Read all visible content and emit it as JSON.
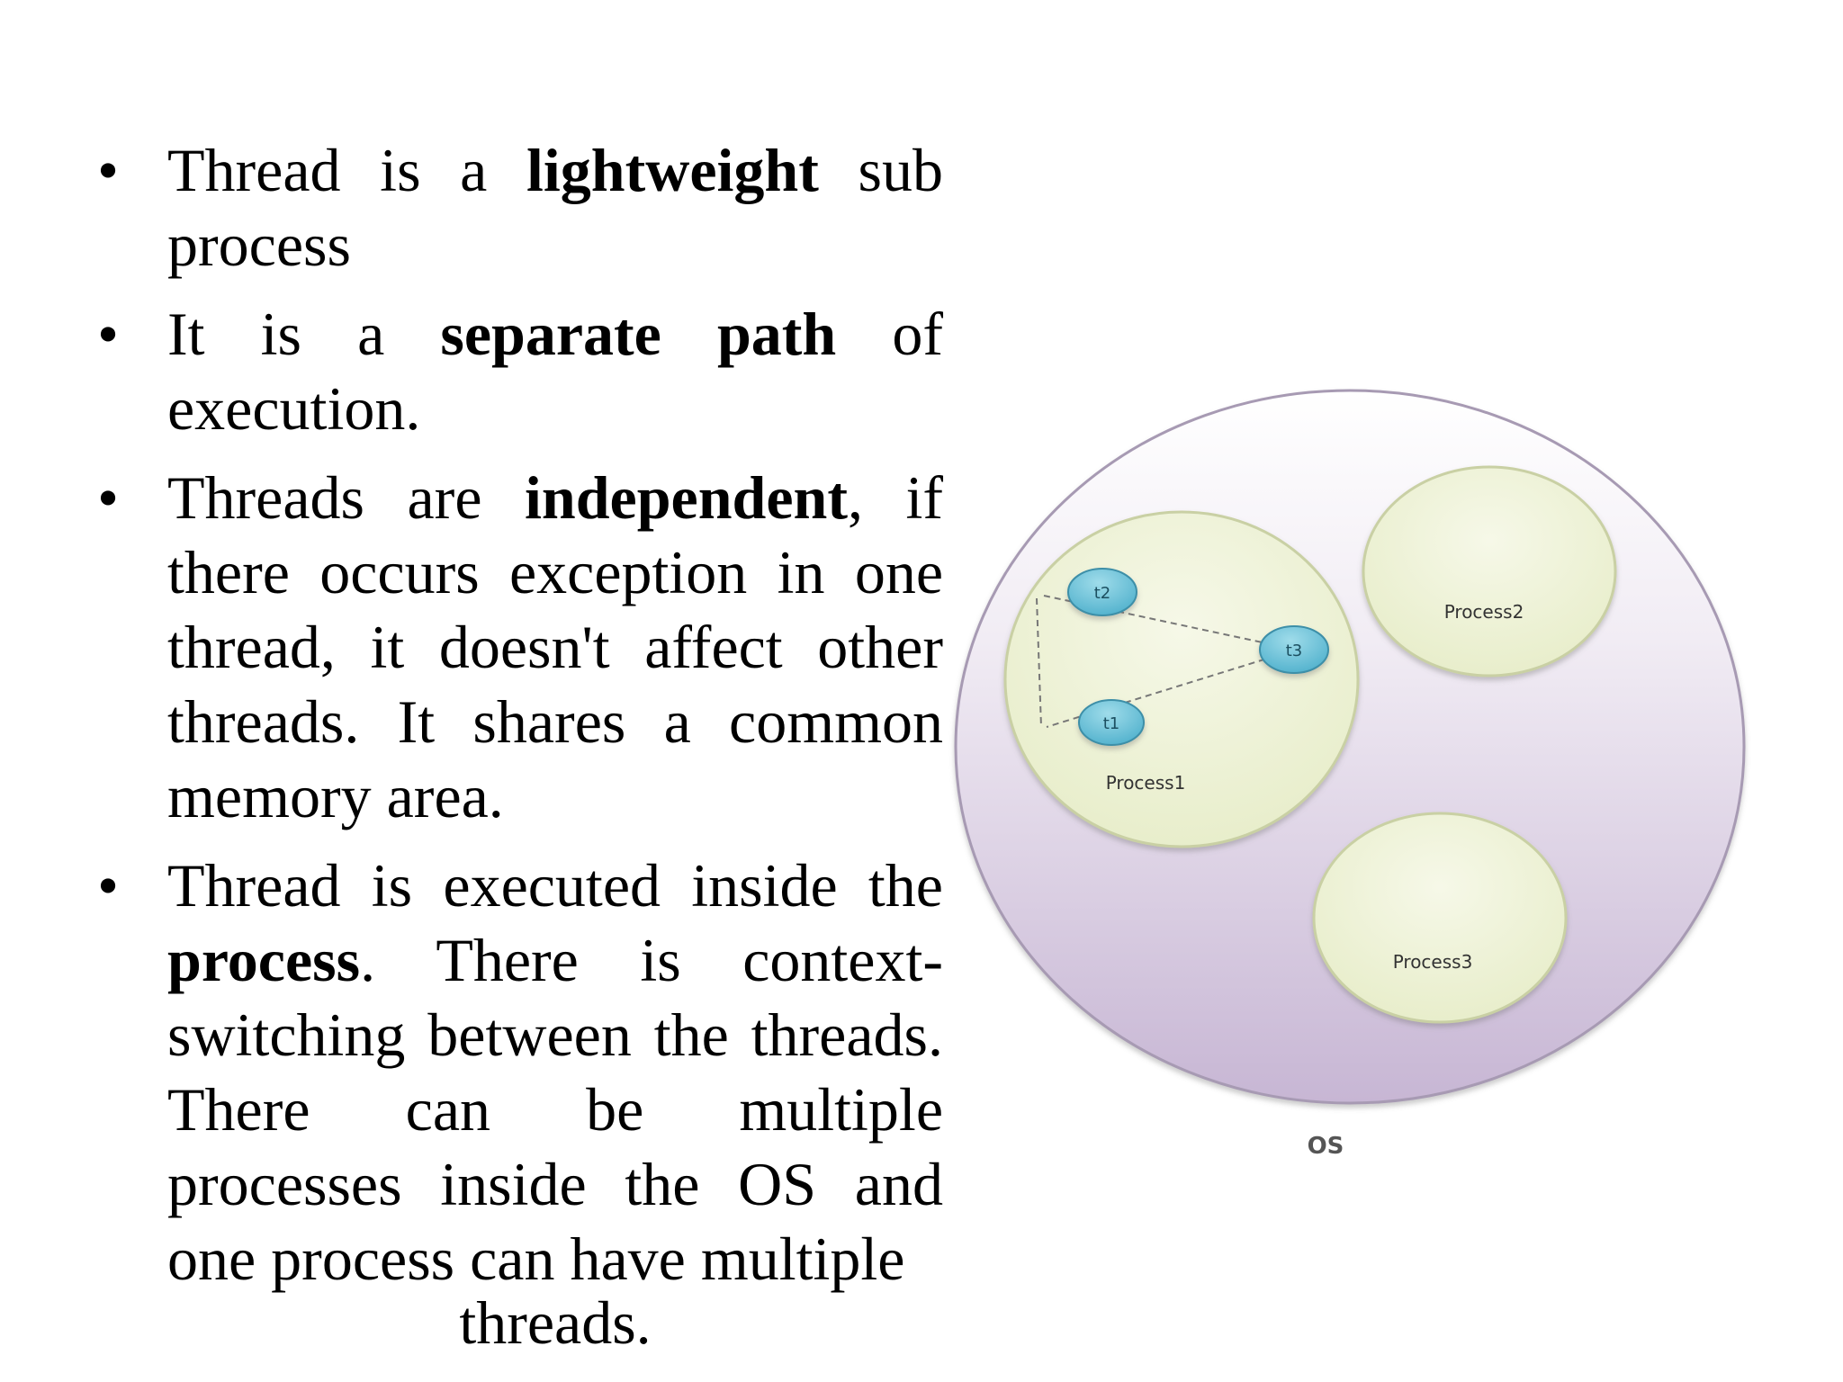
{
  "bullets": [
    {
      "parts": [
        {
          "t": "Thread is a "
        },
        {
          "t": "lightweight",
          "b": true
        },
        {
          "t": " sub process"
        }
      ]
    },
    {
      "parts": [
        {
          "t": "It is a "
        },
        {
          "t": "separate path",
          "b": true
        },
        {
          "t": " of execution."
        }
      ]
    },
    {
      "parts": [
        {
          "t": "Threads are "
        },
        {
          "t": "independent",
          "b": true
        },
        {
          "t": ", if there occurs exception in one thread, it doesn't affect other threads. It shares a common memory area."
        }
      ]
    },
    {
      "parts": [
        {
          "t": "Thread is executed inside the "
        },
        {
          "t": "process",
          "b": true
        },
        {
          "t": ". There is context-switching between the threads. There can be multiple processes inside the OS and one process can have multiple"
        }
      ],
      "tail": "threads."
    }
  ],
  "bullet_glyph": "•",
  "diagram": {
    "os_label": "OS",
    "processes": [
      "Process1",
      "Process2",
      "Process3"
    ],
    "threads": [
      "t1",
      "t2",
      "t3"
    ]
  },
  "colors": {
    "os_top": "#ffffff",
    "os_bottom": "#c7b6d4",
    "process_fill": "#e7edc9",
    "thread_fill": "#4fb0cc"
  }
}
